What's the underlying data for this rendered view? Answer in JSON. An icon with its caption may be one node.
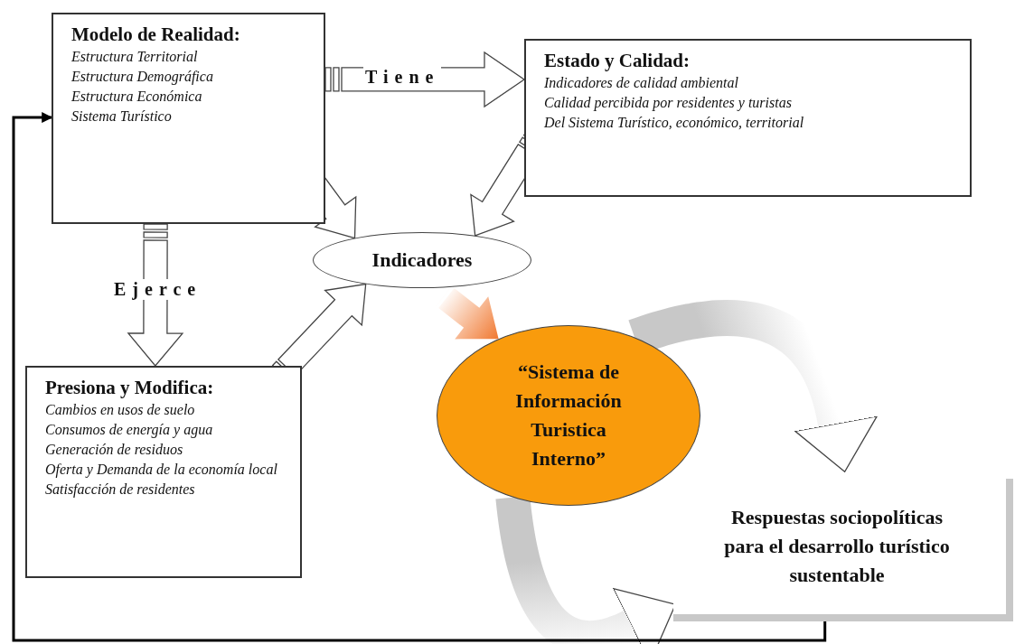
{
  "diagram": {
    "nodes": [
      {
        "text": [
          "Modelo de Realidad:",
          "Estructura Territorial",
          "Estructura Demográfica",
          "Estructura Económica",
          "Sistema Turístico"
        ]
      },
      {
        "text": [
          "Estado y Calidad:",
          "Indicadores de calidad ambiental",
          "Calidad percibida por residentes y turistas",
          "Del Sistema Turístico, económico, territorial"
        ]
      },
      {
        "text": [
          "Indicadores"
        ]
      },
      {
        "text": [
          "Presiona y Modifica:",
          "Cambios en usos de suelo",
          "Consumos de energía y agua",
          "Generación de residuos",
          "Oferta y Demanda de la economía local",
          "Satisfacción de residentes"
        ]
      },
      {
        "text": [
          "“Sistema de Información Turistica Interno”"
        ]
      },
      {
        "text": [
          "Respuestas sociopolíticas para el desarrollo turístico sustentable"
        ]
      }
    ],
    "edges": [
      {
        "from": 0,
        "to": 1,
        "arrow": "to",
        "label": "Tiene"
      },
      {
        "from": 0,
        "to": 3,
        "arrow": "to",
        "label": "Ejerce"
      },
      {
        "from": 0,
        "to": 2,
        "arrow": "to"
      },
      {
        "from": 1,
        "to": 2,
        "arrow": "to"
      },
      {
        "from": 3,
        "to": 2,
        "arrow": "to"
      },
      {
        "from": 2,
        "to": 4,
        "arrow": "to",
        "color": "#f07830"
      },
      {
        "from": 4,
        "to": 5,
        "arrow": "to"
      },
      {
        "from": 4,
        "to": 5,
        "arrow": "to"
      },
      {
        "from": 5,
        "to": 0,
        "arrow": "to"
      }
    ]
  }
}
